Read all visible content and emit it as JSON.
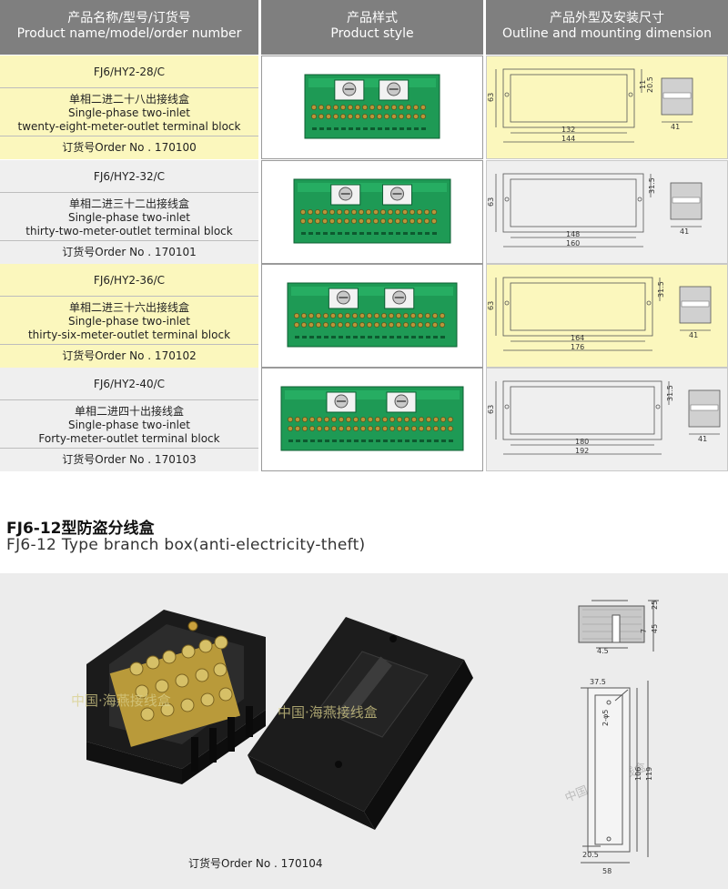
{
  "header": {
    "col1_cn": "产品名称/型号/订货号",
    "col1_en": "Product name/model/order number",
    "col2_cn": "产品样式",
    "col2_en": "Product style",
    "col3_cn": "产品外型及安装尺寸",
    "col3_en": "Outline and mounting dimension"
  },
  "rows": [
    {
      "model": "FJ6/HY2-28/C",
      "name_cn": "单相二进二十八出接线盒",
      "name_en1": "Single-phase two-inlet",
      "name_en2": "twenty-eight-meter-outlet terminal block",
      "order": "订货号Order No . 170100",
      "dims": {
        "height": "63",
        "top": "11",
        "top2": "20.5",
        "inner": "132",
        "outer": "144",
        "depth": "41"
      }
    },
    {
      "model": "FJ6/HY2-32/C",
      "name_cn": "单相二进三十二出接线盒",
      "name_en1": "Single-phase two-inlet",
      "name_en2": "thirty-two-meter-outlet terminal block",
      "order": "订货号Order No . 170101",
      "dims": {
        "height": "63",
        "top": "31.5",
        "inner": "148",
        "outer": "160",
        "depth": "41"
      }
    },
    {
      "model": "FJ6/HY2-36/C",
      "name_cn": "单相二进三十六出接线盒",
      "name_en1": "Single-phase two-inlet",
      "name_en2": "thirty-six-meter-outlet terminal block",
      "order": "订货号Order No . 170102",
      "dims": {
        "height": "63",
        "top": "31.5",
        "inner": "164",
        "outer": "176",
        "depth": "41"
      }
    },
    {
      "model": "FJ6/HY2-40/C",
      "name_cn": "单相二进四十出接线盒",
      "name_en1": "Single-phase two-inlet",
      "name_en2": "Forty-meter-outlet terminal block",
      "order": "订货号Order No . 170103",
      "dims": {
        "height": "63",
        "top": "31.5",
        "inner": "180",
        "outer": "192",
        "depth": "41"
      }
    }
  ],
  "section2": {
    "title": "FJ6-12型防盗分线盒",
    "subtitle": "FJ6-12 Type  branch box(anti-electricity-theft)",
    "order": "订货号Order No . 170104",
    "watermark1": "中国·海燕接线盒",
    "watermark2": "中国·海燕接线盒",
    "watermark3": "中国·海燕接线盒",
    "dims": {
      "d25": "25",
      "d45": "45",
      "d7": "7",
      "d45b": "4.5",
      "d375": "37.5",
      "hole": "2-φ5",
      "h106": "106",
      "h119": "119",
      "d205": "20.5",
      "w58": "58"
    }
  },
  "colors": {
    "header_bg": "#7f7f7f",
    "row_yellow": "#fbf7bd",
    "row_gray": "#efefef",
    "product_green": "#1e9a55",
    "panel_bg": "#ececec"
  }
}
